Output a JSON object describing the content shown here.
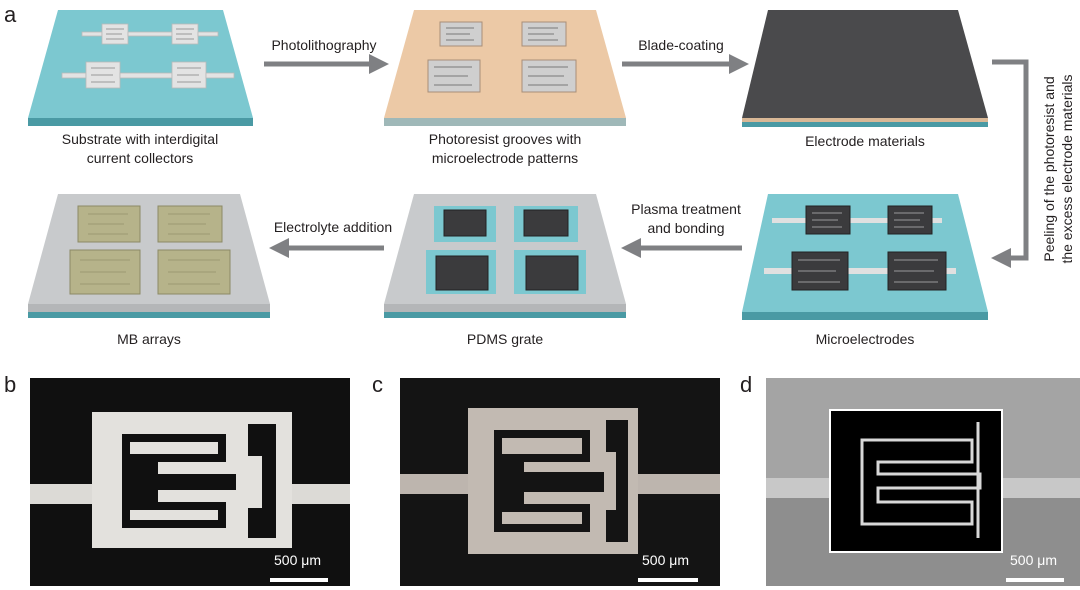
{
  "panels": {
    "a": "a",
    "b": "b",
    "c": "c",
    "d": "d"
  },
  "steps": {
    "photolithography": "Photolithography",
    "blade_coating": "Blade-coating",
    "peeling_line1": "Peeling of the photoresist and",
    "peeling_line2": "the excess electrode materials",
    "plasma_line1": "Plasma treatment",
    "plasma_line2": "and bonding",
    "electrolyte": "Electrolyte addition"
  },
  "captions": {
    "substrate_line1": "Substrate with interdigital",
    "substrate_line2": "current collectors",
    "photoresist_line1": "Photoresist grooves with",
    "photoresist_line2": "microelectrode patterns",
    "electrode": "Electrode materials",
    "microelectrodes": "Microelectrodes",
    "pdms": "PDMS grate",
    "mb": "MB arrays"
  },
  "scale_bars": {
    "b": "500 μm",
    "c": "500 μm",
    "d": "500 μm"
  },
  "colors": {
    "substrate": "#7cc8d0",
    "substrate_side": "#4a9aa4",
    "photoresist": "#ecc9a6",
    "electrode_material": "#4a4a4c",
    "collector": "#d9d9d9",
    "pdms": "#c8cacc",
    "electrolyte": "#b6b38a",
    "arrow": "#7f8083"
  }
}
